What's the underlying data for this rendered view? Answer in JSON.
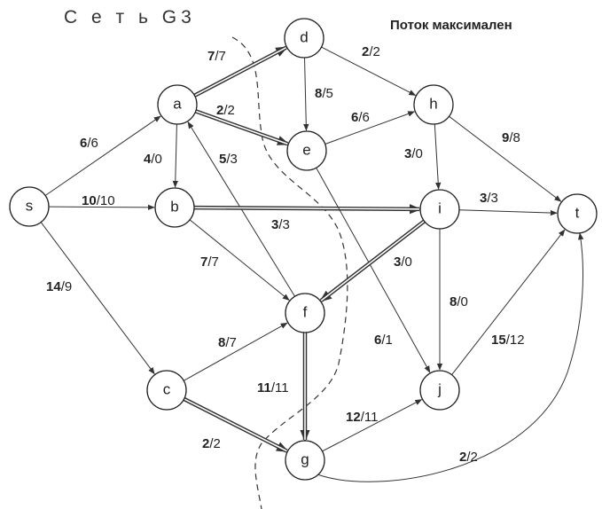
{
  "title": "С е т ь G3",
  "status": "Поток максимален",
  "nodes": [
    {
      "id": "s",
      "label": "s"
    },
    {
      "id": "a",
      "label": "a"
    },
    {
      "id": "b",
      "label": "b"
    },
    {
      "id": "c",
      "label": "c"
    },
    {
      "id": "d",
      "label": "d"
    },
    {
      "id": "e",
      "label": "e"
    },
    {
      "id": "f",
      "label": "f"
    },
    {
      "id": "g",
      "label": "g"
    },
    {
      "id": "h",
      "label": "h"
    },
    {
      "id": "i",
      "label": "i"
    },
    {
      "id": "j",
      "label": "j"
    },
    {
      "id": "t",
      "label": "t"
    }
  ],
  "edges": [
    {
      "from": "s",
      "to": "a",
      "cap": "6",
      "flow": "6"
    },
    {
      "from": "s",
      "to": "b",
      "cap": "10",
      "flow": "10"
    },
    {
      "from": "s",
      "to": "c",
      "cap": "14",
      "flow": "9"
    },
    {
      "from": "a",
      "to": "d",
      "cap": "7",
      "flow": "7"
    },
    {
      "from": "a",
      "to": "e",
      "cap": "2",
      "flow": "2"
    },
    {
      "from": "a",
      "to": "b",
      "cap": "4",
      "flow": "0"
    },
    {
      "from": "f",
      "to": "a",
      "cap": "5",
      "flow": "3"
    },
    {
      "from": "b",
      "to": "i",
      "cap": "3",
      "flow": "3"
    },
    {
      "from": "b",
      "to": "f",
      "cap": "7",
      "flow": "7"
    },
    {
      "from": "c",
      "to": "f",
      "cap": "8",
      "flow": "7"
    },
    {
      "from": "c",
      "to": "g",
      "cap": "2",
      "flow": "2"
    },
    {
      "from": "d",
      "to": "h",
      "cap": "2",
      "flow": "2"
    },
    {
      "from": "d",
      "to": "e",
      "cap": "8",
      "flow": "5"
    },
    {
      "from": "e",
      "to": "h",
      "cap": "6",
      "flow": "6"
    },
    {
      "from": "e",
      "to": "j",
      "cap": "6",
      "flow": "1"
    },
    {
      "from": "h",
      "to": "i",
      "cap": "3",
      "flow": "0"
    },
    {
      "from": "h",
      "to": "t",
      "cap": "9",
      "flow": "8"
    },
    {
      "from": "i",
      "to": "t",
      "cap": "3",
      "flow": "3"
    },
    {
      "from": "i",
      "to": "f",
      "cap": "3",
      "flow": "0"
    },
    {
      "from": "i",
      "to": "j",
      "cap": "8",
      "flow": "0"
    },
    {
      "from": "f",
      "to": "g",
      "cap": "11",
      "flow": "11"
    },
    {
      "from": "g",
      "to": "j",
      "cap": "12",
      "flow": "11"
    },
    {
      "from": "j",
      "to": "t",
      "cap": "15",
      "flow": "12"
    },
    {
      "from": "g",
      "to": "t",
      "cap": "2",
      "flow": "2"
    }
  ]
}
